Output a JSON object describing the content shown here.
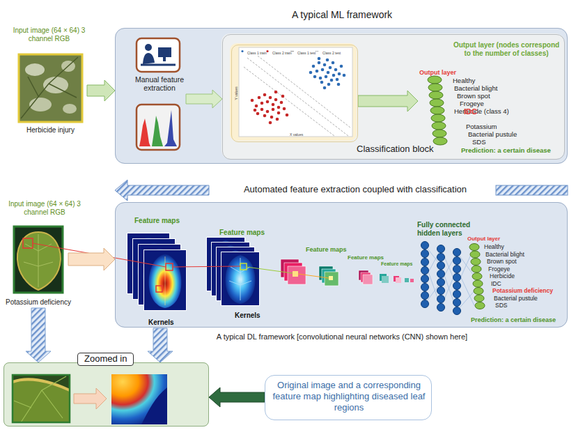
{
  "diagram": {
    "nodes": [
      {
        "text": [
          "Input image (64 × 64) 3 channel RGB",
          "Herbicide injury"
        ]
      },
      {
        "text": [
          "A typical ML framework"
        ]
      },
      {
        "text": [
          "Manual feature extraction"
        ],
        "in": 1
      },
      {
        "text": [
          "Output layer (nodes correspond to the number of classes)",
          "Classification block",
          "Prediction: a certain disease"
        ],
        "in": 1
      },
      {
        "text": [
          "Class 1 train",
          "Class 2 train",
          "Class 1 test",
          "Class 2 test",
          "Y values",
          "X values"
        ],
        "in": 3
      },
      {
        "text": [
          "Output layer",
          "Healthy",
          "Bacterial blight",
          "Brown spot",
          "Frogeye",
          "Herbicide (class 4)",
          "IDC",
          "Potassium",
          "Bacterial pustule",
          "SDS"
        ],
        "in": 3
      },
      {
        "text": [
          "Input image (64 × 64) 3 channel RGB",
          "Potassium deficiency"
        ]
      },
      {
        "text": [
          "Prediction: a certain disease",
          "A typical DL framework [convolutional neural networks (CNN) shown here]"
        ]
      },
      {
        "text": [
          "Feature maps",
          "Kernels"
        ],
        "in": 7
      },
      {
        "text": [
          "Feature maps",
          "Kernels"
        ],
        "in": 7
      },
      {
        "text": [
          "Feature maps"
        ],
        "in": 7
      },
      {
        "text": [
          "Feature maps"
        ],
        "in": 7
      },
      {
        "text": [
          "Feature maps"
        ],
        "in": 7
      },
      {
        "text": [
          "Fully connected hidden layers"
        ],
        "in": 7
      },
      {
        "text": [
          "Output layer",
          "Healthy",
          "Bacterial blight",
          "Brown spot",
          "Frogeye",
          "Herbicide",
          "IDC",
          "Potassium deficiency",
          "Bacterial pustule",
          "SDS"
        ],
        "in": 7
      },
      {
        "text": [
          "Zoomed in"
        ]
      },
      {
        "text": [
          "Original image and a corresponding feature map highlighting diseased leaf regions"
        ]
      }
    ],
    "edges": [
      {
        "from": 0,
        "to": 1,
        "arrow": "to"
      },
      {
        "from": 2,
        "to": 3,
        "arrow": "to"
      },
      {
        "from": 4,
        "to": 5,
        "arrow": "to"
      },
      {
        "from": 6,
        "to": 7,
        "arrow": "to"
      },
      {
        "from": 6,
        "to": 15,
        "arrow": "to"
      },
      {
        "from": 8,
        "to": 15,
        "arrow": "to"
      },
      {
        "from": 16,
        "to": 15,
        "arrow": "to"
      }
    ],
    "labels": [
      "Automated feature extraction coupled with classification"
    ]
  }
}
